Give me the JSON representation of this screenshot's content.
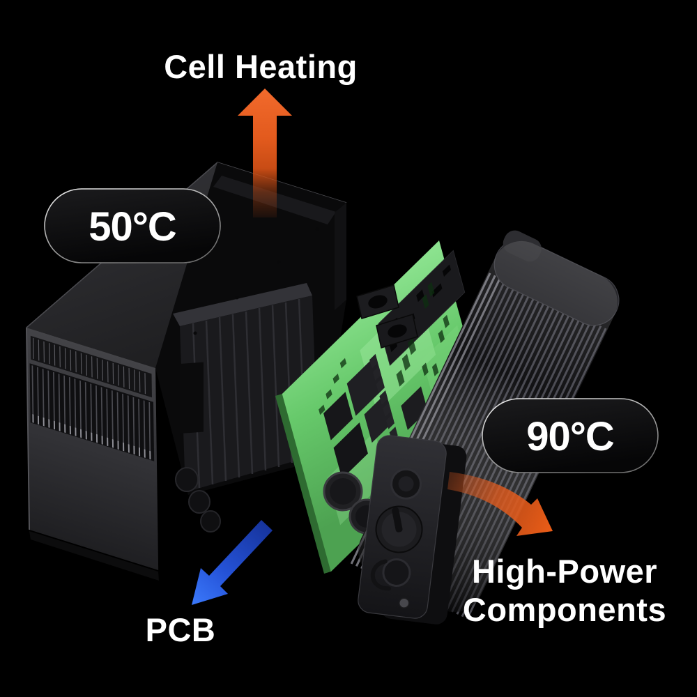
{
  "annotations": {
    "cell_heating_label": "Cell Heating",
    "cell_temp_badge": "50°C",
    "component_temp_badge": "90°C",
    "pcb_label": "PCB",
    "high_power_label_line1": "High-Power",
    "high_power_label_line2": "Components"
  },
  "colors": {
    "background": "#000000",
    "text": "#ffffff",
    "heat_arrow": "#e25a1d",
    "pcb_arrow": "#2d68ee",
    "badge_border": "#d6d6d6",
    "pcb_green": "#72d374",
    "enclosure_gray": "#2c2c2f",
    "heatsink_gray": "#1a1a1d"
  },
  "icons": {
    "up_arrow": "heat-up-arrow-icon",
    "diagonal_arrow": "pcb-pointer-arrow-icon",
    "curved_right_arrow": "heat-right-arrow-icon"
  }
}
